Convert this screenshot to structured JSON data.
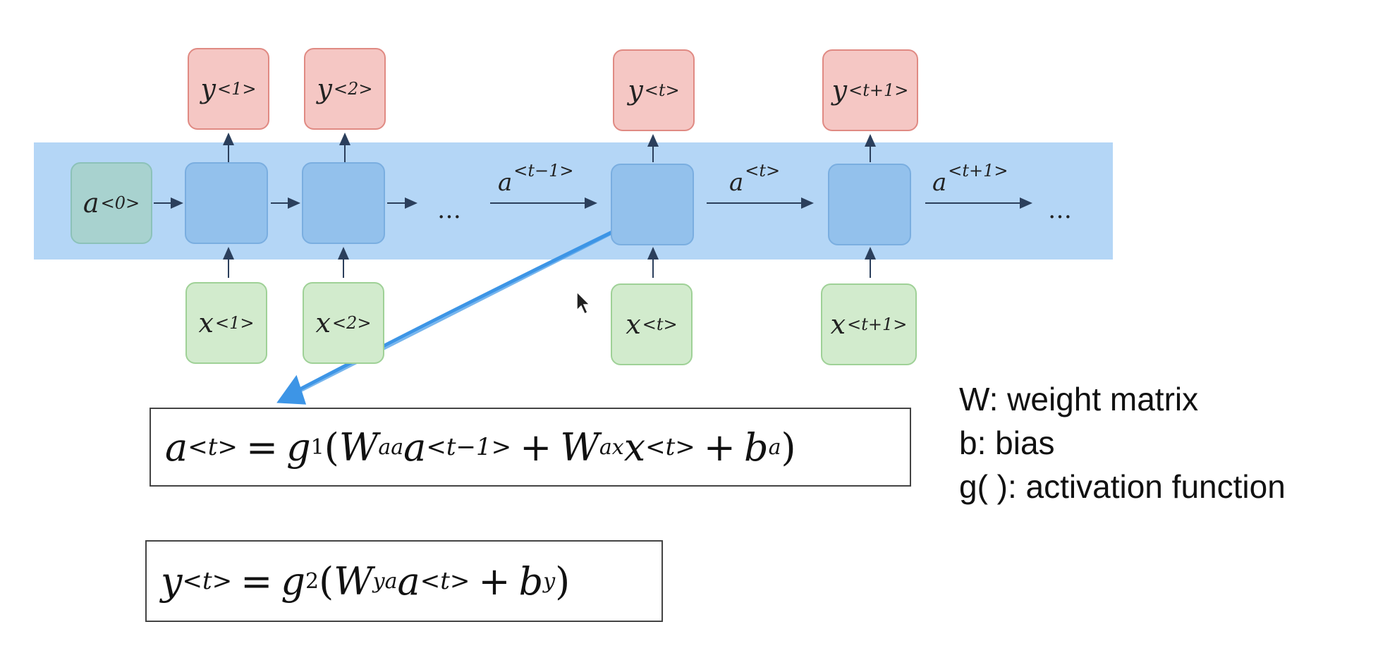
{
  "diagram": {
    "init_state": {
      "symbol": "a",
      "sup": "<0>"
    },
    "outputs": [
      {
        "symbol": "y",
        "sup": "<1>"
      },
      {
        "symbol": "y",
        "sup": "<2>"
      },
      {
        "symbol": "y",
        "sup": "<t>"
      },
      {
        "symbol": "y",
        "sup": "<t+1>"
      }
    ],
    "inputs": [
      {
        "symbol": "x",
        "sup": "<1>"
      },
      {
        "symbol": "x",
        "sup": "<2>"
      },
      {
        "symbol": "x",
        "sup": "<t>"
      },
      {
        "symbol": "x",
        "sup": "<t+1>"
      }
    ],
    "activations": [
      {
        "symbol": "a",
        "sup": "<t−1>"
      },
      {
        "symbol": "a",
        "sup": "<t>"
      },
      {
        "symbol": "a",
        "sup": "<t+1>"
      }
    ],
    "ellipsis": "…",
    "colors": {
      "band": "#b4d6f6",
      "rnn_cell": "#93c1ec",
      "init": "#a8d2cf",
      "output": "#f5c7c4",
      "input": "#d2ebcd",
      "pointer_arrow": "#3d95e6"
    }
  },
  "equations": {
    "activation": {
      "lhs": "a",
      "lhs_sup": "<t>",
      "eq": "=",
      "g": "g",
      "g_sub": "1",
      "open": "(",
      "w1": "W",
      "w1_sub": "aa",
      "a_prev": "a",
      "a_prev_sup": "<t−1>",
      "plus1": "+",
      "w2": "W",
      "w2_sub": "ax",
      "x": "x",
      "x_sup": "<t>",
      "plus2": "+",
      "b": "b",
      "b_sub": "a",
      "close": ")"
    },
    "output": {
      "lhs": "y",
      "lhs_sup": "<t>",
      "eq": "=",
      "g": "g",
      "g_sub": "2",
      "open": "(",
      "w": "W",
      "w_sub": "ya",
      "a": "a",
      "a_sup": "<t>",
      "plus": "+",
      "b": "b",
      "b_sub": "y",
      "close": ")"
    }
  },
  "legend": {
    "w": "W: weight matrix",
    "b": "b: bias",
    "g": "g( ): activation function"
  }
}
